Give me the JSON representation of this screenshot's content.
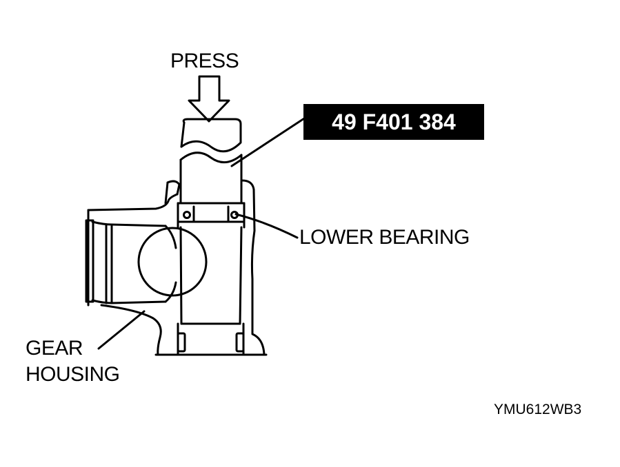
{
  "labels": {
    "press": "PRESS",
    "tool_number": "49 F401 384",
    "lower_bearing": "LOWER BEARING",
    "gear_housing_line1": "GEAR",
    "gear_housing_line2": "HOUSING"
  },
  "figure_code": "YMU612WB3",
  "colors": {
    "ink": "#000000",
    "background": "#ffffff",
    "tool_label_text": "#ffffff"
  }
}
